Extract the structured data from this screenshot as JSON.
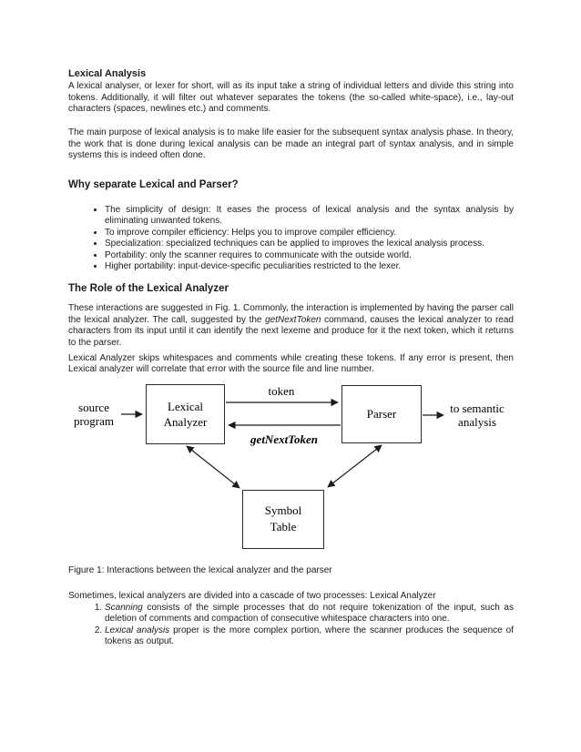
{
  "colors": {
    "background": "#ffffff",
    "ink": "#1c1c1c",
    "diagram_ink": "#000000"
  },
  "doc": {
    "title": "Lexical Analysis",
    "intro_p1": "A lexical analyser, or lexer for short, will as its input take a string of individual letters and divide this string into tokens. Additionally, it will filter out whatever separates the tokens (the so-called white-space), i.e., lay-out characters (spaces, newlines etc.) and comments.",
    "intro_p2": "The main purpose of lexical analysis is to make life easier for the subsequent syntax analysis phase. In theory, the work that is done during lexical analysis can be made an integral part of syntax analysis, and in simple systems this is indeed often done.",
    "why_heading": "Why separate Lexical and Parser?",
    "bullets": [
      "The simplicity of design: It eases the process of lexical analysis and the syntax analysis by eliminating unwanted tokens.",
      "To improve compiler efficiency: Helps you to improve compiler efficiency.",
      "Specialization: specialized techniques can be applied to improves the lexical analysis process.",
      "Portability: only the scanner requires to communicate with the outside world.",
      "Higher portability: input-device-specific peculiarities restricted to the lexer."
    ],
    "role_heading": "The Role of the Lexical Analyzer",
    "role_p1": {
      "before": "These interactions are suggested in Fig. 1. Commonly, the interaction is implemented by having the parser call the lexical analyzer. The call, suggested by the ",
      "italic": "getNextToken",
      "after": " command, causes the lexical analyzer to read characters from its input until it can identify the next lexeme and produce for it the next token, which it returns to the parser."
    },
    "role_p2": "Lexical Analyzer skips whitespaces and comments while creating these tokens. If any error is present, then Lexical analyzer will correlate that error with the source file and line number.",
    "figure_caption": "Figure 1: Interactions between the lexical analyzer and the parser",
    "cascade_intro": "Sometimes, lexical analyzers are divided into a cascade of two processes: Lexical Analyzer",
    "steps": [
      {
        "italic": "Scanning",
        "rest": " consists of the simple processes that do not require tokenization of the input, such as deletion of comments and compaction of consecutive whitespace characters into one."
      },
      {
        "italic": "Lexical analysis",
        "rest": " proper is the more complex portion, where the scanner produces the sequence of tokens as output."
      }
    ]
  },
  "figure": {
    "nodes": {
      "lexical_analyzer": "Lexical Analyzer",
      "parser": "Parser",
      "symbol_table": "Symbol Table"
    },
    "labels": {
      "source_program": "source program",
      "token": "token",
      "get_next_token": "getNextToken",
      "to_semantic": "to semantic analysis"
    }
  }
}
